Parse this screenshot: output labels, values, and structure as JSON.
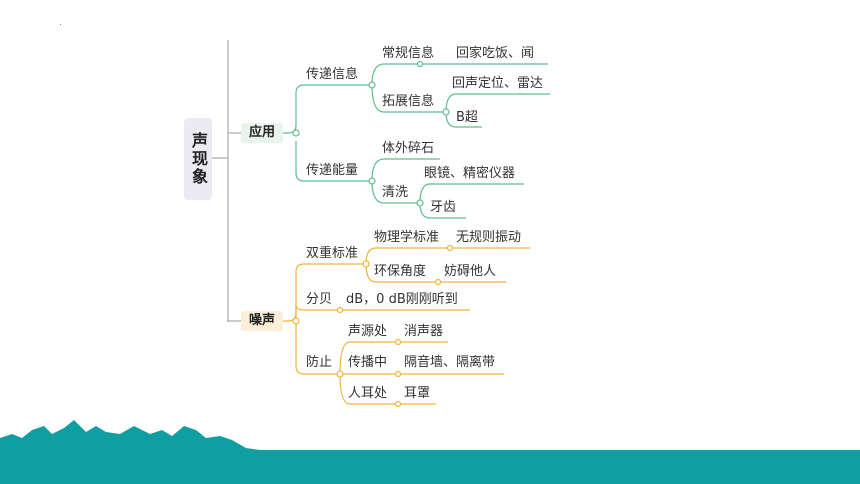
{
  "root": {
    "label": "声现象"
  },
  "branches": [
    {
      "label": "应用",
      "color": "#5dbf8f",
      "nodes": [
        {
          "label": "传递信息",
          "children": [
            {
              "label": "常规信息",
              "detail": "回家吃饭、闻"
            },
            {
              "label": "拓展信息",
              "details": [
                "回声定位、雷达",
                "B超"
              ]
            }
          ]
        },
        {
          "label": "传递能量",
          "children": [
            {
              "label": "体外碎石"
            },
            {
              "label": "清洗",
              "details": [
                "眼镜、精密仪器",
                "牙齿"
              ]
            }
          ]
        }
      ]
    },
    {
      "label": "噪声",
      "color": "#f0b33a",
      "nodes": [
        {
          "label": "双重标准",
          "children": [
            {
              "label": "物理学标准",
              "detail": "无规则振动"
            },
            {
              "label": "环保角度",
              "detail": "妨碍他人"
            }
          ]
        },
        {
          "label": "分贝",
          "detail": "dB，0 dB刚刚听到"
        },
        {
          "label": "防止",
          "children": [
            {
              "label": "声源处",
              "detail": "消声器"
            },
            {
              "label": "传播中",
              "detail": "隔音墙、隔离带"
            },
            {
              "label": "人耳处",
              "detail": "耳罩"
            }
          ]
        }
      ]
    }
  ],
  "colors": {
    "mountain": "#0f9ea1",
    "root_bg": "#ebebf1",
    "trunk": "#aaaaaa"
  }
}
